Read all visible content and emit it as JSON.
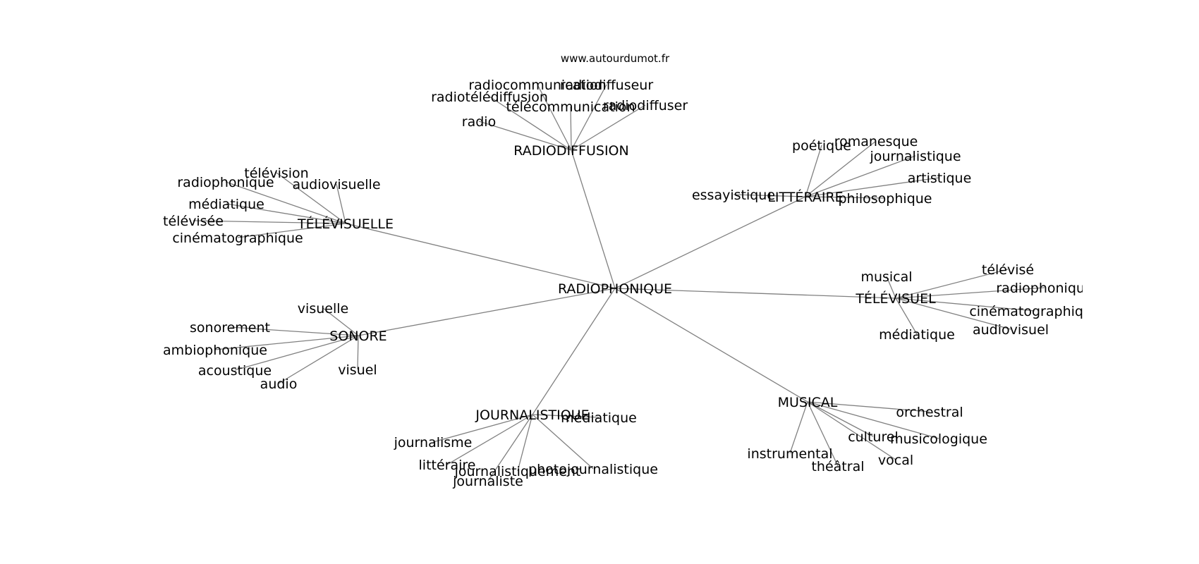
{
  "header": {
    "site": "www.autourdumot.fr"
  },
  "graph": {
    "center": "RADIOPHONIQUE",
    "branches": [
      {
        "hub": "RADIODIFFUSION",
        "leaves": [
          "radiocommunication",
          "radiodiffuseur",
          "radiotélédiffusion",
          "télécommunication",
          "radiodiffuser",
          "radio"
        ]
      },
      {
        "hub": "LITTÉRAIRE",
        "leaves": [
          "poétique",
          "romanesque",
          "journalistique",
          "artistique",
          "essayistique",
          "philosophique"
        ]
      },
      {
        "hub": "TÉLÉVISUELLE",
        "leaves": [
          "télévision",
          "radiophonique",
          "audiovisuelle",
          "médiatique",
          "télévisée",
          "cinématographique"
        ]
      },
      {
        "hub": "TÉLÉVISUEL",
        "leaves": [
          "musical",
          "télévisé",
          "radiophonique",
          "cinématographique",
          "audiovisuel",
          "médiatique"
        ]
      },
      {
        "hub": "SONORE",
        "leaves": [
          "visuelle",
          "sonorement",
          "ambiophonique",
          "acoustique",
          "audio",
          "visuel"
        ]
      },
      {
        "hub": "JOURNALISTIQUE",
        "leaves": [
          "médiatique",
          "journalisme",
          "littéraire",
          "journalistiquement",
          "photojournalistique",
          "journaliste"
        ]
      },
      {
        "hub": "MUSICAL",
        "leaves": [
          "orchestral",
          "culturel",
          "musicologique",
          "instrumental",
          "théâtral",
          "vocal"
        ]
      }
    ]
  }
}
